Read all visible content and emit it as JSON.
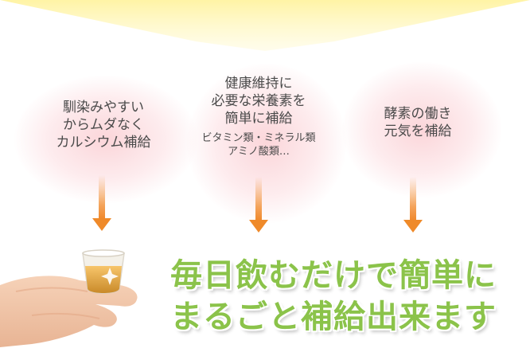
{
  "benefits": [
    {
      "lines": [
        "馴染みやすい",
        "からムダなく",
        "カルシウム補給"
      ]
    },
    {
      "lines": [
        "健康維持に",
        "必要な栄養素を",
        "簡単に補給"
      ],
      "sub_lines": [
        "ビタミン類・ミネラル類",
        "アミノ酸類…"
      ]
    },
    {
      "lines": [
        "酵素の働き",
        "元気を補給"
      ]
    }
  ],
  "headline": {
    "line1": "毎日飲むだけで簡単に",
    "line2": "まるごと補給出来ます"
  },
  "colors": {
    "headline": "#8bc34a",
    "arrow": "#f08a2e",
    "funnel": "#fff7b0",
    "blob": "#fac8cd",
    "text": "#4a4a4a"
  },
  "icons": [
    "arrow-down-icon",
    "hand-holding-cup-illustration"
  ]
}
